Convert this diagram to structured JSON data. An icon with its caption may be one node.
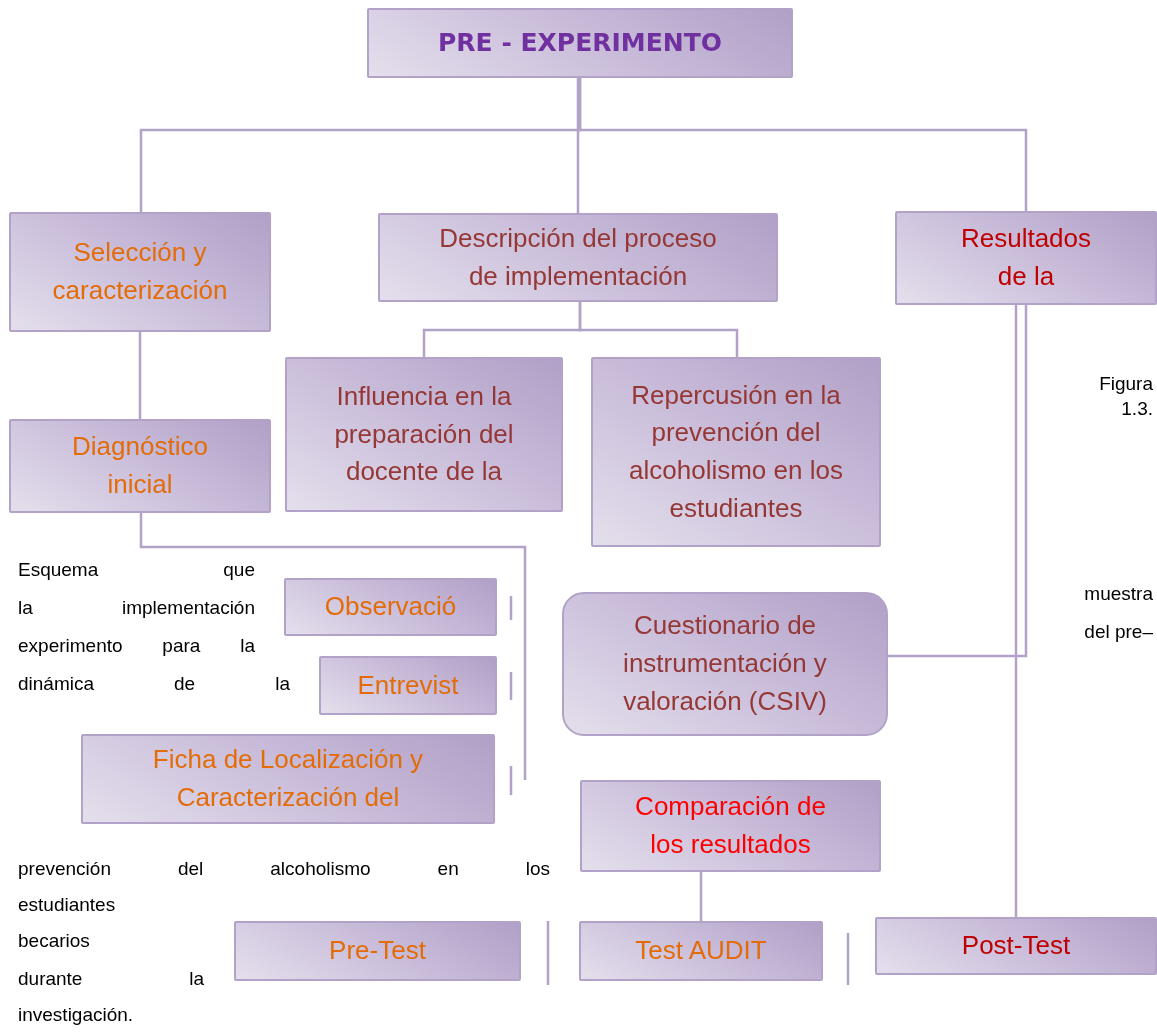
{
  "diagram": {
    "nodes": [
      {
        "text": [
          "PRE - EXPERIMENTO"
        ]
      },
      {
        "text": [
          "Selección y caracterización"
        ]
      },
      {
        "text": [
          "Descripción del proceso de implementación"
        ]
      },
      {
        "text": [
          "Resultados de la"
        ]
      },
      {
        "text": [
          "Influencia en la preparación del docente de la"
        ]
      },
      {
        "text": [
          "Repercusión en la prevención del alcoholismo en los estudiantes"
        ]
      },
      {
        "text": [
          "Diagnóstico inicial"
        ]
      },
      {
        "text": [
          "Observació"
        ]
      },
      {
        "text": [
          "Cuestionario de instrumentación y valoración (CSIV)"
        ]
      },
      {
        "text": [
          "Entrevist"
        ]
      },
      {
        "text": [
          "Ficha de Localización y Caracterización del"
        ]
      },
      {
        "text": [
          "Comparación de los resultados"
        ]
      },
      {
        "text": [
          "Pre-Test"
        ]
      },
      {
        "text": [
          "Test AUDIT"
        ]
      },
      {
        "text": [
          "Post-Test"
        ]
      }
    ],
    "edges": [
      {
        "from": 0,
        "to": 1,
        "arrow": "none"
      },
      {
        "from": 0,
        "to": 2,
        "arrow": "none"
      },
      {
        "from": 0,
        "to": 3,
        "arrow": "none"
      },
      {
        "from": 1,
        "to": 6,
        "arrow": "none"
      },
      {
        "from": 2,
        "to": 4,
        "arrow": "none"
      },
      {
        "from": 2,
        "to": 5,
        "arrow": "none"
      },
      {
        "from": 6,
        "to": null,
        "arrow": "none"
      },
      {
        "from": 3,
        "to": 8,
        "arrow": "none"
      },
      {
        "from": 3,
        "to": 14,
        "arrow": "none"
      },
      {
        "from": 11,
        "to": 13,
        "arrow": "none"
      }
    ],
    "labels": [
      "Figura 1.3.",
      "Esquema que",
      "muestra",
      "la implementación",
      "del pre–",
      "experimento para la",
      "dinámica de la",
      "prevención del alcoholismo en los",
      "estudiantes",
      "becarios",
      "durante la",
      "investigación."
    ]
  }
}
